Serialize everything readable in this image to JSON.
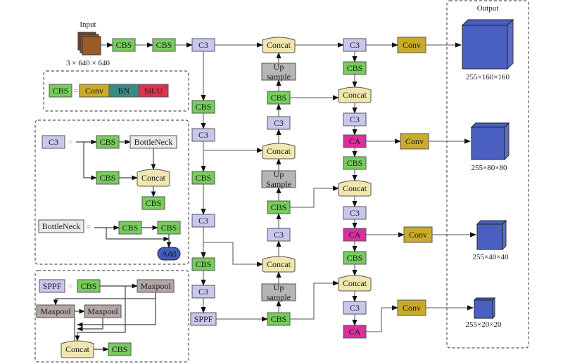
{
  "colors": {
    "CBS": "#77cc5c",
    "C3": "#c8c8ee",
    "Concat": "#f1e6b0",
    "Upsample": "#b5b5b5",
    "CA": "#d8309e",
    "Conv": "#c9aa2a",
    "BN": "#3a8a86",
    "SiLU": "#d8344f",
    "BottleNeck": "#ece8e8",
    "Maxpool": "#b3a7a5",
    "Add": "#3f5cc0",
    "Output": "#4a60c0",
    "Input": "#9b5a2a"
  },
  "input": {
    "title": "Input",
    "shape": "3 × 640 × 640"
  },
  "output": {
    "title": "Output",
    "shapes": [
      "255×160×160",
      "255×80×80",
      "255×40×40",
      "255×20×20"
    ]
  },
  "legend_cbs": {
    "lhs": "CBS",
    "eq": "=",
    "parts": [
      "Conv",
      "BN",
      "SiLU"
    ]
  },
  "legend_c3": {
    "lhs": "C3",
    "eq": "=",
    "cbs_top": "CBS",
    "bottleneck": "BottleNeck",
    "cbs_bottom": "CBS",
    "concat": "Concat",
    "cbs_out": "CBS"
  },
  "legend_bottleneck": {
    "lhs": "BottleNeck",
    "eq": "=",
    "cbs1": "CBS",
    "cbs2": "CBS",
    "add": "Add"
  },
  "legend_sppf": {
    "lhs": "SPPF",
    "eq": "=",
    "cbs": "CBS",
    "maxpool1": "Maxpool",
    "maxpool2": "Maxpool",
    "maxpool3": "Maxpool",
    "concat": "Concat",
    "cbs_out": "CBS"
  },
  "backbone": [
    "CBS",
    "CBS",
    "C3",
    "CBS",
    "C3",
    "CBS",
    "C3",
    "CBS",
    "C3",
    "SPPF"
  ],
  "neck": {
    "concat1": "Concat",
    "upsample1": "Up sample",
    "cbs1": "CBS",
    "c3_1": "C3",
    "concat2": "Concat",
    "upsample2": "Up Sample",
    "cbs2": "CBS",
    "c3_2": "C3",
    "concat3": "Concat",
    "upsample3": "Up sample",
    "cbs3": "CBS"
  },
  "head": {
    "c3_a": "C3",
    "cbs_a": "CBS",
    "concat_a": "Concat",
    "c3_b": "C3",
    "ca_b": "CA",
    "cbs_b": "CBS",
    "concat_b": "Concat",
    "c3_c": "C3",
    "ca_c": "CA",
    "cbs_c": "CBS",
    "concat_c": "Concat",
    "c3_d": "C3",
    "ca_d": "CA",
    "conv_labels": [
      "Conv",
      "Conv",
      "Conv",
      "Conv"
    ]
  }
}
